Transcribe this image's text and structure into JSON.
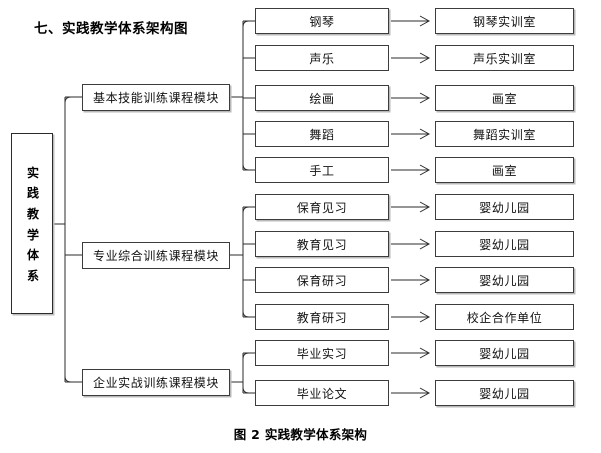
{
  "document": {
    "title": "七、实践教学体系架构图",
    "caption": "图 2 实践教学体系架构"
  },
  "root": {
    "label": "实践教学体系",
    "chars": [
      "实",
      "践",
      "教",
      "学",
      "体",
      "系"
    ]
  },
  "modules": [
    {
      "id": "basic-skills",
      "label": "基本技能训练课程模块"
    },
    {
      "id": "comprehensive",
      "label": "专业综合训练课程模块"
    },
    {
      "id": "enterprise",
      "label": "企业实战训练课程模块"
    }
  ],
  "groups": [
    {
      "module": "基本技能训练课程模块",
      "rows": [
        {
          "activity": "钢琴",
          "venue": "钢琴实训室"
        },
        {
          "activity": "声乐",
          "venue": "声乐实训室"
        },
        {
          "activity": "绘画",
          "venue": "画室"
        },
        {
          "activity": "舞蹈",
          "venue": "舞蹈实训室"
        },
        {
          "activity": "手工",
          "venue": "画室"
        }
      ]
    },
    {
      "module": "专业综合训练课程模块",
      "rows": [
        {
          "activity": "保育见习",
          "venue": "婴幼儿园"
        },
        {
          "activity": "教育见习",
          "venue": "婴幼儿园"
        },
        {
          "activity": "保育研习",
          "venue": "婴幼儿园"
        },
        {
          "activity": "教育研习",
          "venue": "校企合作单位"
        }
      ]
    },
    {
      "module": "企业实战训练课程模块",
      "rows": [
        {
          "activity": "毕业实习",
          "venue": "婴幼儿园"
        },
        {
          "activity": "毕业论文",
          "venue": "婴幼儿园"
        }
      ]
    }
  ],
  "colors": {
    "stroke": "#2b2b2b",
    "box_border": "#3c3c3c",
    "shadow": "#bdbdbd",
    "text": "#111111",
    "background": "#ffffff"
  }
}
